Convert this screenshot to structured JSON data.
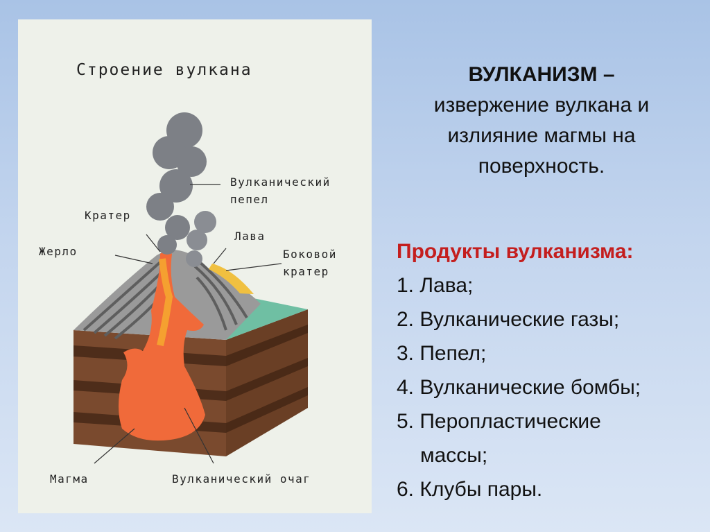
{
  "figure": {
    "title": "Строение вулкана",
    "labels": {
      "ash": "Вулканический пепел",
      "ash_line1": "Вулканический",
      "ash_line2": "пепел",
      "crater": "Кратер",
      "lava": "Лава",
      "vent": "Жерло",
      "side_crater_line1": "Боковой",
      "side_crater_line2": "кратер",
      "magma": "Магма",
      "chamber": "Вулканический очаг"
    },
    "colors": {
      "background": "#eef1ea",
      "lava": "#f07a28",
      "magma": "#f06a3a",
      "ground_brown": "#7a4a2e",
      "cone_gray": "#8c8c8c",
      "grass": "#6fbfa3",
      "smoke": "#7d8086"
    }
  },
  "headline": {
    "term": "ВУЛКАНИЗМ –",
    "line1": "извержение вулкана и",
    "line2": "излияние магмы на",
    "line3": "поверхность."
  },
  "products": {
    "title": "Продукты вулканизма:",
    "items": [
      "1. Лава;",
      "2. Вулканические газы;",
      "3. Пепел;",
      "4. Вулканические бомбы;",
      "5. Перопластические",
      "массы;",
      "6. Клубы пары."
    ]
  },
  "colors": {
    "title_red": "#c41e1e",
    "slide_bg_top": "#a9c3e6",
    "slide_bg_bottom": "#dbe6f5"
  }
}
